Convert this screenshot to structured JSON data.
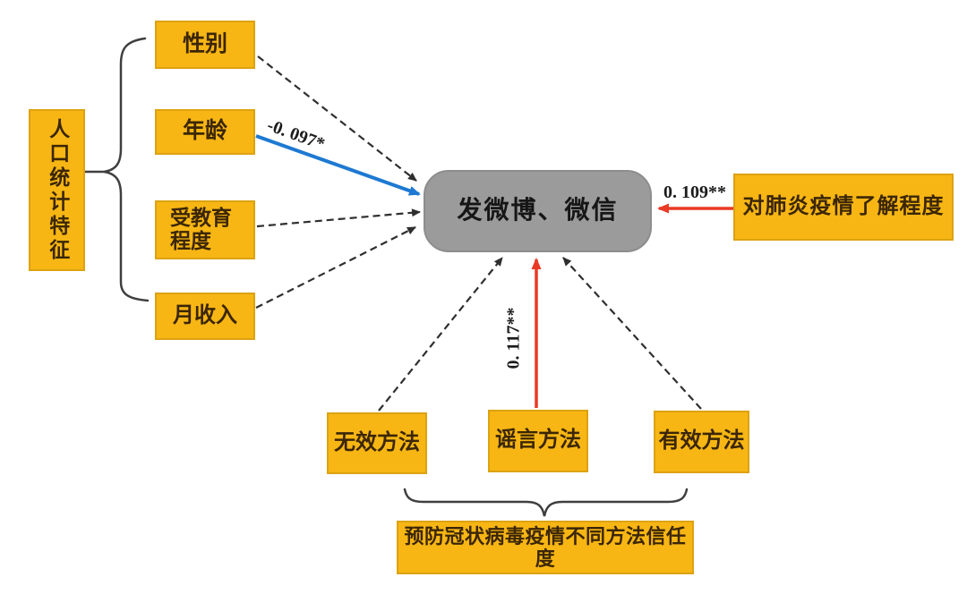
{
  "diagram_type": "path-model",
  "nodes": {
    "demographics": {
      "label": "人口统计特征"
    },
    "gender": {
      "label": "性别"
    },
    "age": {
      "label": "年龄"
    },
    "education": {
      "label": "受教育程度",
      "line1": "受教育",
      "line2": "程度"
    },
    "income": {
      "label": "月收入"
    },
    "outcome": {
      "label": "发微博、微信"
    },
    "awareness": {
      "label": "对肺炎疫情了解程度"
    },
    "ineffective": {
      "label": "无效方法"
    },
    "rumor": {
      "label": "谣言方法"
    },
    "effective": {
      "label": "有效方法"
    },
    "trust": {
      "label": "预防冠状病毒疫情不同方法信任度"
    }
  },
  "groups": [
    {
      "label": "人口统计特征",
      "members": [
        "性别",
        "年龄",
        "受教育程度",
        "月收入"
      ]
    },
    {
      "label": "预防冠状病毒疫情不同方法信任度",
      "members": [
        "无效方法",
        "谣言方法",
        "有效方法"
      ]
    }
  ],
  "edges": [
    {
      "from": "性别",
      "to": "发微博、微信",
      "style": "dashed",
      "coefficient": null
    },
    {
      "from": "年龄",
      "to": "发微博、微信",
      "style": "solid-blue",
      "coefficient": "-0. 097*"
    },
    {
      "from": "受教育程度",
      "to": "发微博、微信",
      "style": "dashed",
      "coefficient": null
    },
    {
      "from": "月收入",
      "to": "发微博、微信",
      "style": "dashed",
      "coefficient": null
    },
    {
      "from": "无效方法",
      "to": "发微博、微信",
      "style": "dashed",
      "coefficient": null
    },
    {
      "from": "谣言方法",
      "to": "发微博、微信",
      "style": "solid-red",
      "coefficient": "0. 117**"
    },
    {
      "from": "有效方法",
      "to": "发微博、微信",
      "style": "dashed",
      "coefficient": null
    },
    {
      "from": "对肺炎疫情了解程度",
      "to": "发微博、微信",
      "style": "solid-red",
      "coefficient": "0. 109**"
    }
  ],
  "colors": {
    "node_fill": "#F7B614",
    "node_border": "#DCA211",
    "node_text": "#3B2606",
    "center_fill": "#9B9B9B",
    "dashed_arrow": "#2F2F2F",
    "blue_arrow": "#1E79D2",
    "red_arrow": "#E93A25"
  }
}
